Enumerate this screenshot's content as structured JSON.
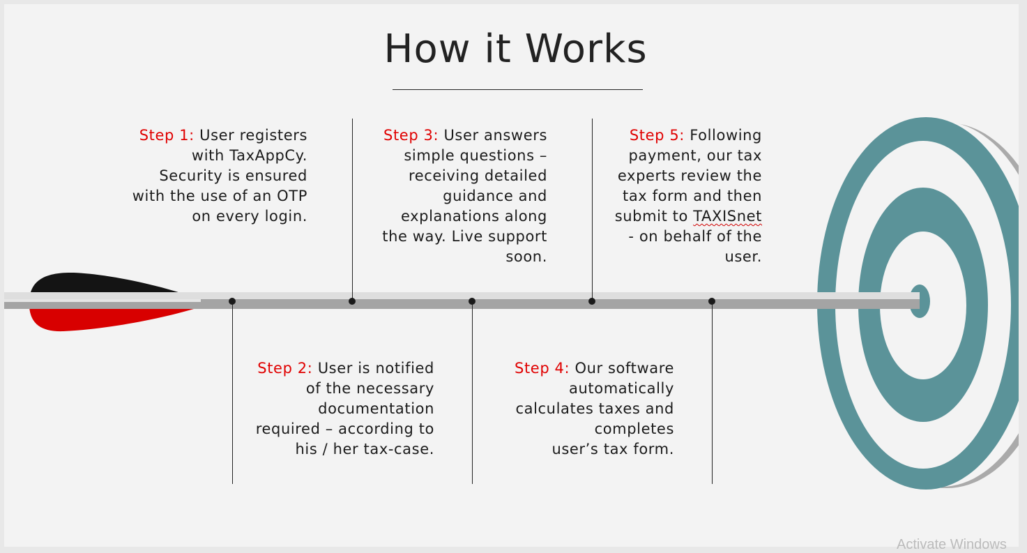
{
  "title": "How it Works",
  "steps": [
    {
      "label": "Step 1:",
      "lines": [
        " User registers",
        "with TaxAppCy.",
        "Security is ensured",
        "with the use of an OTP",
        "on every login."
      ]
    },
    {
      "label": "Step 2:",
      "lines": [
        " User is notified",
        "of the necessary",
        "documentation",
        "required – according to",
        "his / her tax-case."
      ]
    },
    {
      "label": "Step 3:",
      "lines": [
        " User answers",
        "simple questions –",
        "receiving detailed",
        "guidance and",
        "explanations along",
        "the way. Live support",
        "soon."
      ]
    },
    {
      "label": "Step 4:",
      "lines": [
        " Our software",
        "automatically",
        "calculates taxes and",
        "completes",
        "user’s tax form."
      ]
    },
    {
      "label": "Step 5:",
      "lines": [
        " Following",
        "payment, our tax",
        "experts review the",
        "tax form and then",
        "submit to ",
        "- on behalf of the",
        "user."
      ],
      "brand": "TAXISnet"
    }
  ],
  "watermark": "Activate Windows",
  "colors": {
    "accent_red": "#e00000",
    "target_teal": "#5b9399",
    "arrow_black": "#141414",
    "arrow_red": "#d80000",
    "shaft_gray": "#a4a4a4"
  }
}
